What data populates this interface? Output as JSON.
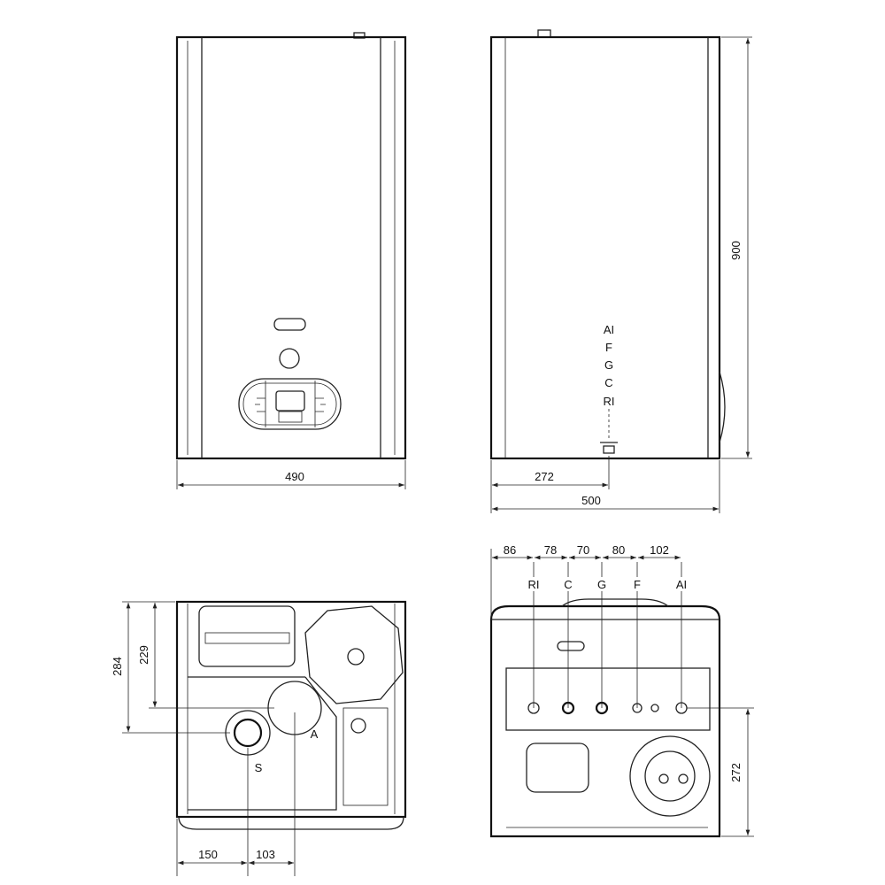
{
  "front_view": {
    "width_label": "490"
  },
  "side_view": {
    "height_label": "900",
    "depth_label": "500",
    "connection_offset_label": "272",
    "connection_labels": [
      "AI",
      "F",
      "G",
      "C",
      "RI"
    ]
  },
  "bottom_left_view": {
    "dim_284": "284",
    "dim_229": "229",
    "dim_150": "150",
    "dim_103": "103",
    "label_s": "S",
    "label_a": "A"
  },
  "bottom_right_view": {
    "spacing_labels": [
      "86",
      "78",
      "70",
      "80",
      "102"
    ],
    "connection_labels": [
      "RI",
      "C",
      "G",
      "F",
      "AI"
    ],
    "dim_272": "272"
  }
}
